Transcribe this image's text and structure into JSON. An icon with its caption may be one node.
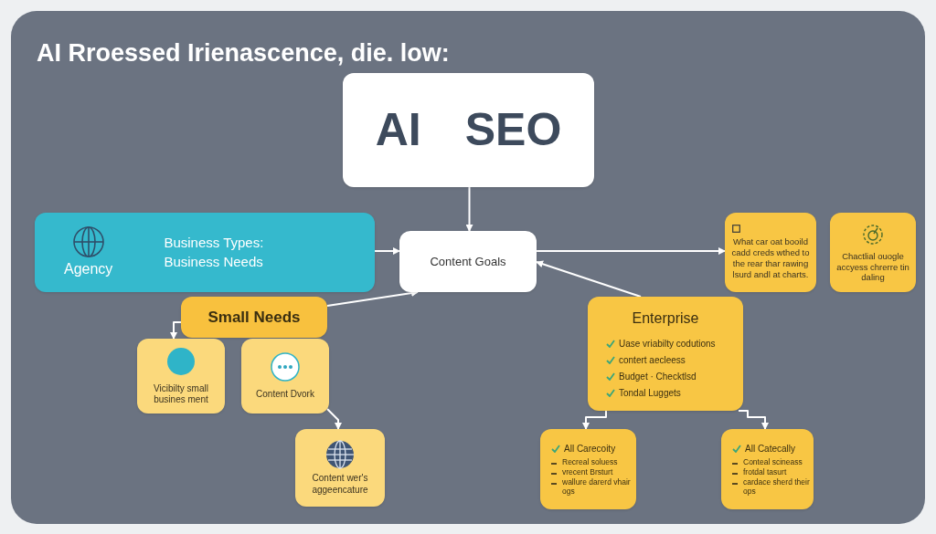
{
  "diagram": {
    "title": "AI Rroessed Irienascence, die. low:",
    "nodes": [
      {
        "text": [
          "AI",
          "SEO"
        ]
      },
      {
        "text": [
          "Agency",
          "Business Types: Business Needs"
        ]
      },
      {
        "text": [
          "Content Goals"
        ]
      },
      {
        "text": [
          "Small Needs"
        ]
      },
      {
        "text": [
          "Vicibilty small busines ment"
        ]
      },
      {
        "text": [
          "Content Dvork"
        ]
      },
      {
        "text": [
          "Content wer's aggeencature"
        ]
      },
      {
        "text": [
          "What car oat booild cadd creds wthed to the rear thar rawing lsurd andl at charts."
        ]
      },
      {
        "text": [
          "Chactlial ouogle accyess chrerre tin daling"
        ]
      },
      {
        "text": [
          "Enterprise",
          "Uase vriabilty codutions",
          "contert aecleess",
          "Budget · Checktlsd",
          "Tondal Luggets"
        ]
      },
      {
        "text": [
          "All Carecoity",
          "Recreal soluess",
          "vrecent Brsturt",
          "wallure darerd vhair ogs"
        ]
      },
      {
        "text": [
          "All Catecally",
          "Conteal scineass",
          "frotdal tasurt",
          "cardace sherd their ops"
        ]
      }
    ],
    "edges": [
      {
        "from": 0,
        "to": 2,
        "arrow": "to"
      },
      {
        "from": 1,
        "to": 2,
        "arrow": "to"
      },
      {
        "from": 3,
        "to": 2,
        "arrow": "to"
      },
      {
        "from": 2,
        "to": 7,
        "arrow": "to"
      },
      {
        "from": 9,
        "to": 2,
        "arrow": "to"
      },
      {
        "from": 3,
        "to": 4,
        "arrow": "to"
      },
      {
        "from": 5,
        "to": 6,
        "arrow": "to"
      },
      {
        "from": 9,
        "to": 10,
        "arrow": "to"
      },
      {
        "from": 9,
        "to": 11,
        "arrow": "to"
      }
    ]
  }
}
